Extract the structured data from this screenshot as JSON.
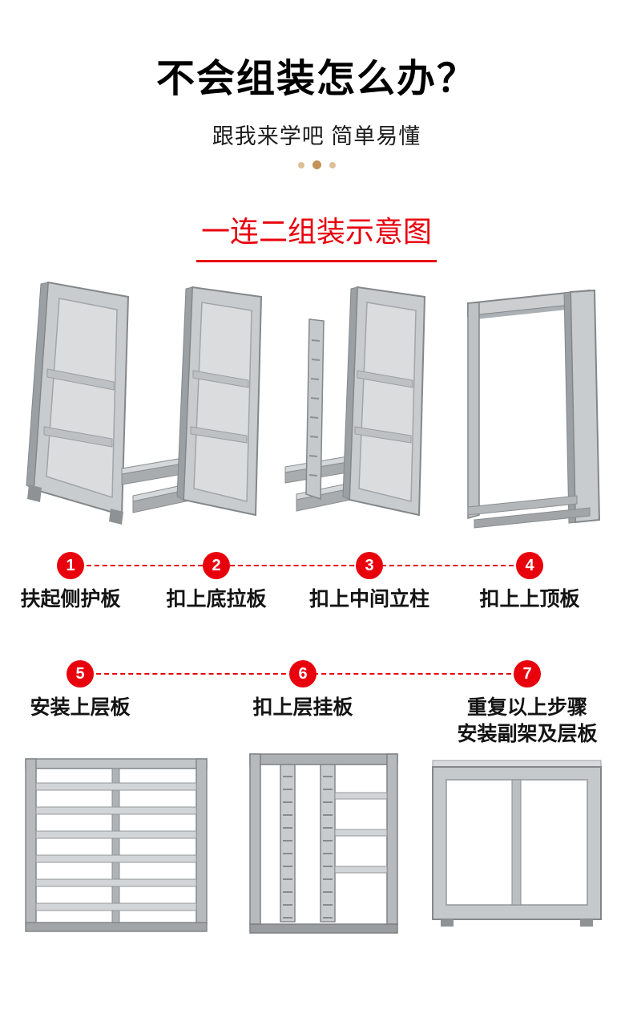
{
  "header": {
    "title": "不会组装怎么办？",
    "subtitle": "跟我来学吧 简单易懂",
    "section_title": "一连二组装示意图"
  },
  "steps": [
    {
      "number": "1",
      "label": "扶起侧护板"
    },
    {
      "number": "2",
      "label": "扣上底拉板"
    },
    {
      "number": "3",
      "label": "扣上中间立柱"
    },
    {
      "number": "4",
      "label": "扣上上顶板"
    },
    {
      "number": "5",
      "label": "安装上层板"
    },
    {
      "number": "6",
      "label": "扣上层挂板"
    },
    {
      "number": "7",
      "label": "重复以上步骤",
      "label2": "安装副架及层板"
    }
  ],
  "figures": {
    "step1": "side-panel",
    "step2": "side-panel-with-bottom-rails",
    "step3": "side-panel-rails-and-middle-post",
    "step4": "complete-open-frame",
    "result1": "fully-assembled-shelf",
    "result2": "frame-with-hanging-slotted-strips",
    "result3": "frame-with-center-divider"
  },
  "colors": {
    "accent_red": "#e8000d",
    "dot_tan": "#c49158",
    "text_dark": "#141414",
    "metal_gray": "#c9ccce"
  }
}
